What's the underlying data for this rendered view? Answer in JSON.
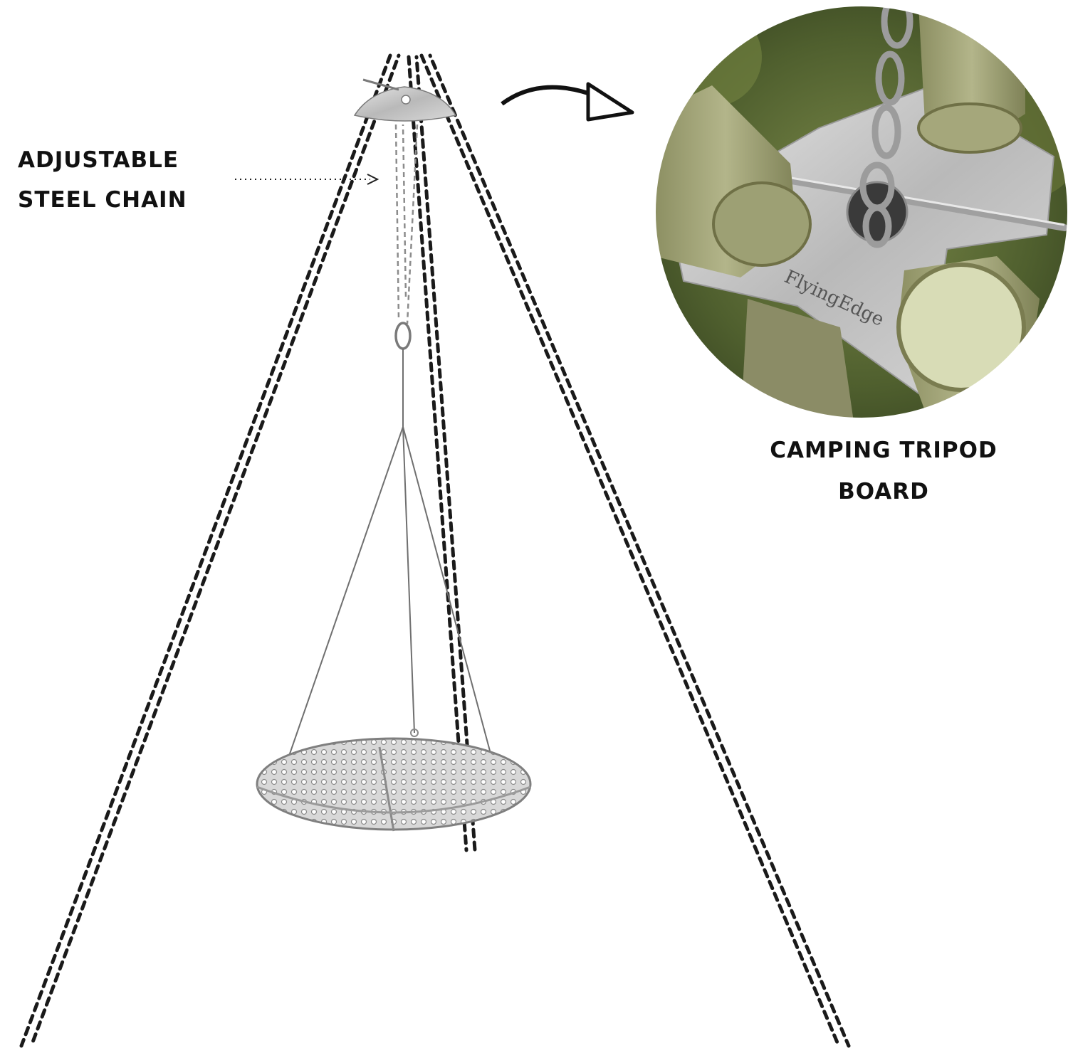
{
  "labels": {
    "chain_line1": "ADJUSTABLE",
    "chain_line2": "STEEL CHAIN",
    "board_line1": "CAMPING TRIPOD",
    "board_line2": "BOARD"
  },
  "inset": {
    "board_brand": "FlyingEdge"
  },
  "colors": {
    "background": "#ffffff",
    "rope_dark": "#1a1a1a",
    "steel": "#b8b8b8",
    "foliage": "#5d6b3c",
    "wood": "#a7ad84"
  }
}
